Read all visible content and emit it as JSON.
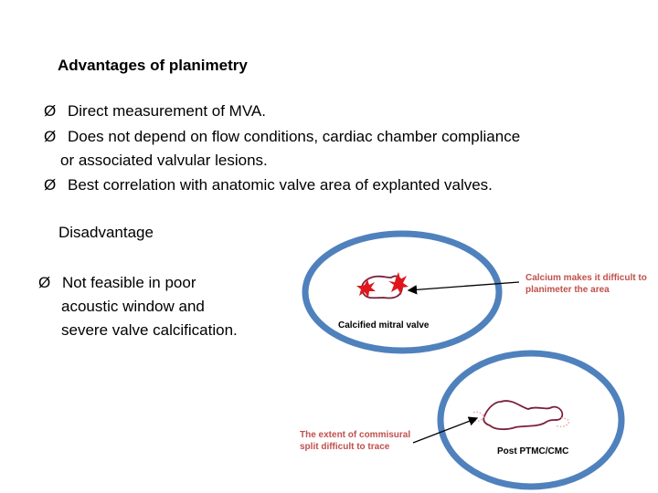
{
  "advantages": {
    "title": "Advantages of planimetry",
    "items": [
      "Direct measurement  of MVA.",
      "Does not depend on flow conditions, cardiac chamber compliance",
      "or associated valvular lesions.",
      "Best correlation with anatomic valve area of explanted valves."
    ]
  },
  "disadvantage": {
    "title": "Disadvantage",
    "items": [
      "Not feasible in poor",
      "acoustic window and",
      "severe valve calcification."
    ]
  },
  "diagram": {
    "top_callout_line1": "Calcium makes it difficult to",
    "top_callout_line2": "planimeter the area",
    "top_label": "Calcified mitral valve",
    "bottom_callout_line1": "The  extent of  commisural",
    "bottom_callout_line2": "split difficult to trace",
    "bottom_label": "Post PTMC/CMC",
    "colors": {
      "ring": "#4f81bd",
      "valve": "#7b1f3a",
      "calcium": "#e0161d",
      "callout": "#c0504d"
    }
  },
  "bullet_glyph": "Ø"
}
